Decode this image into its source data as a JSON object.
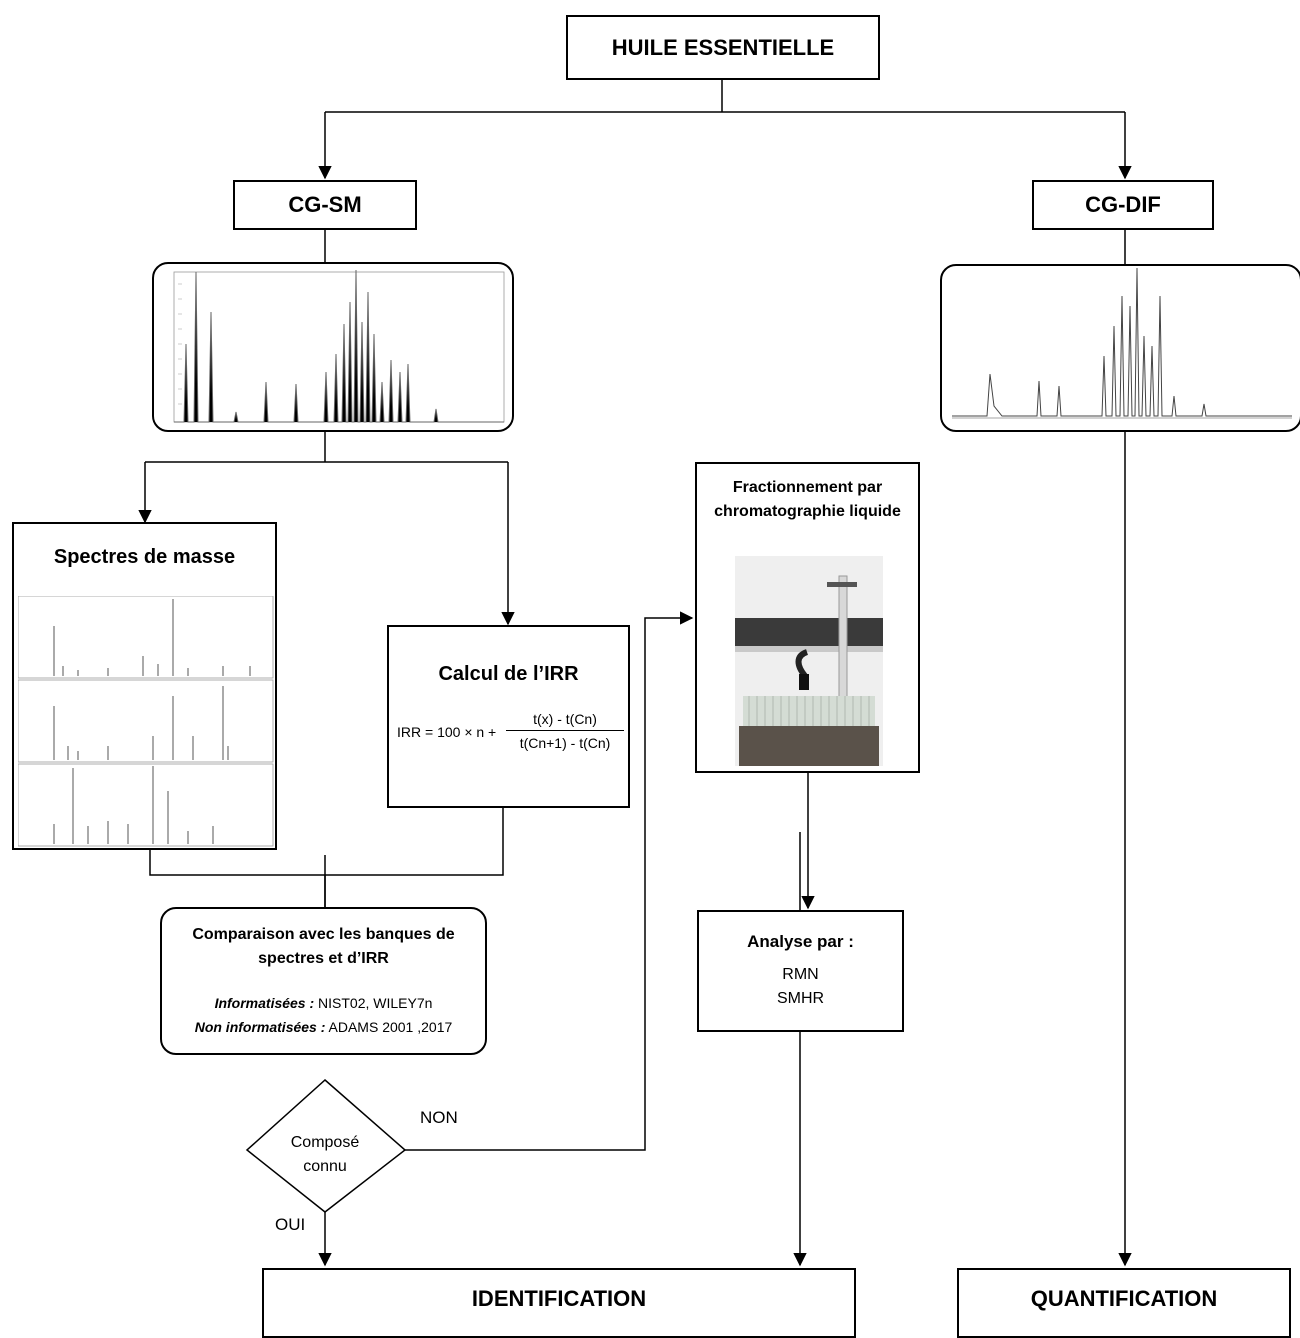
{
  "nodes": {
    "huile": "HUILE ESSENTIELLE",
    "cgsm": "CG-SM",
    "cgdif": "CG-DIF",
    "spectres": "Spectres de masse",
    "irr_title": "Calcul de l’IRR",
    "irr_lhs": "IRR = 100 × n +",
    "irr_num": "t(x) - t(Cn)",
    "irr_den": "t(Cn+1) - t(Cn)",
    "fraction_title": "Fractionnement par chromatographie liquide",
    "analyse_title": "Analyse par :",
    "analyse_rmn": "RMN",
    "analyse_smhr": "SMHR",
    "comparaison_title": "Comparaison avec les banques de spectres et d’IRR",
    "info_label": "Informatisées :",
    "info_value": " NIST02, WILEY7n",
    "noninfo_label": "Non informatisées :",
    "noninfo_value": " ADAMS 2001 ,2017",
    "compose": "Composé connu",
    "identification": "IDENTIFICATION",
    "quantification": "QUANTIFICATION"
  },
  "edge_labels": {
    "non": "NON",
    "oui": "OUI"
  }
}
